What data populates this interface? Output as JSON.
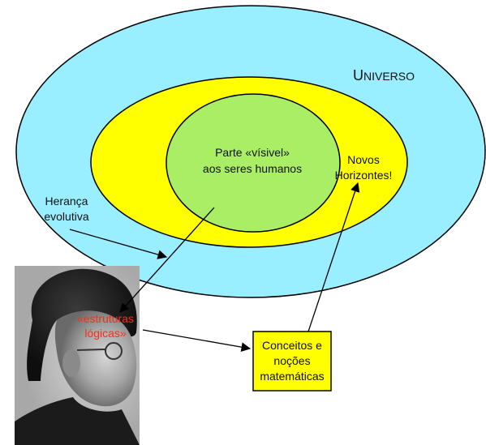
{
  "colors": {
    "universe_fill": "#99eeff",
    "horizon_fill": "#ffff00",
    "visible_fill": "#aaee66",
    "concepts_box_fill": "#ffff00",
    "stroke": "#000000",
    "structures_text": "#ff2a1a"
  },
  "universe": {
    "label_initial": "U",
    "label_rest": "NIVERSO"
  },
  "visible_part": {
    "line1": "Parte «vísivel»",
    "line2": "aos seres humanos"
  },
  "new_horizons": {
    "line1": "Novos",
    "line2": "Horizontes!"
  },
  "evolutionary_heritage": {
    "line1": "Herança",
    "line2": "evolutiva"
  },
  "logical_structures": {
    "line1": "«estruturas",
    "line2": "lógicas»"
  },
  "math_concepts": {
    "line1": "Conceitos e",
    "line2": "noções",
    "line3": "matemáticas"
  },
  "portrait": {
    "description_icon": "portrait-photo"
  }
}
